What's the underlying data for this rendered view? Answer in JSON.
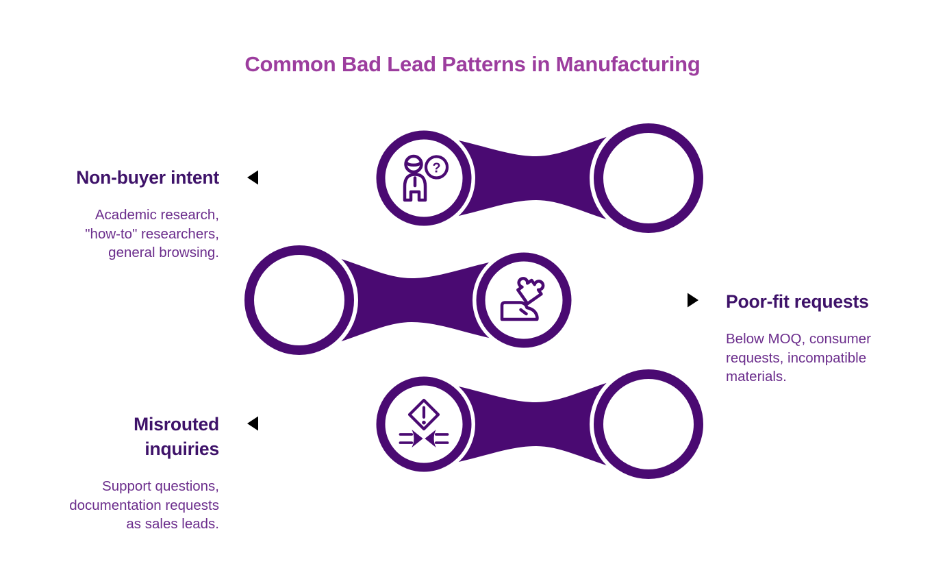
{
  "title": "Common Bad Lead Patterns in Manufacturing",
  "colors": {
    "background": "#FFFFFF",
    "deep": "#4A0A72",
    "title": "#9C3D9E",
    "heading": "#3E1269",
    "body": "#6B2D8C",
    "arrow": "#A244A8"
  },
  "sections": [
    {
      "id": "non-buyer-intent",
      "heading": "Non-buyer intent",
      "description": "Academic research,\n\"how-to\" researchers,\ngeneral browsing.",
      "icon": "person-question-icon",
      "label_side": "left",
      "arrow_direction": "left",
      "icon_circle_side": "left"
    },
    {
      "id": "poor-fit-requests",
      "heading": "Poor-fit requests",
      "description": "Below MOQ, consumer\nrequests, incompatible\nmaterials.",
      "icon": "hand-puzzle-icon",
      "label_side": "right",
      "arrow_direction": "right",
      "icon_circle_side": "right"
    },
    {
      "id": "misrouted-inquiries",
      "heading": "Misrouted\ninquiries",
      "description": "Support questions,\ndocumentation requests\nas sales leads.",
      "icon": "collision-warning-icon",
      "label_side": "left",
      "arrow_direction": "left",
      "icon_circle_side": "left"
    }
  ]
}
